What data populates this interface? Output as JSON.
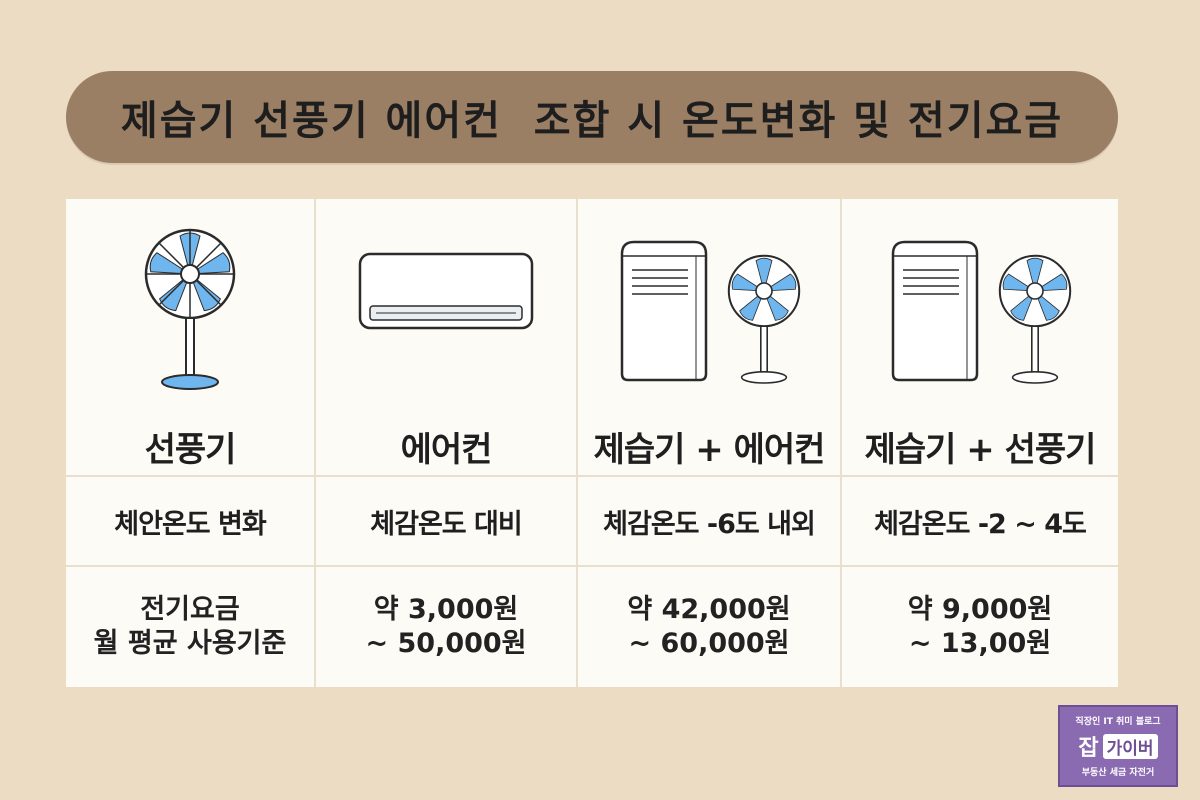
{
  "title": "제습기 선풍기 에어컨  조합 시 온도변화 및 전기요금",
  "columns": [
    {
      "label": "선풍기",
      "icons": [
        "fan-icon"
      ],
      "temperature": "체안온도 변화",
      "price_line1": "전기요금",
      "price_line2": "월 평균 사용기준"
    },
    {
      "label": "에어컨",
      "icons": [
        "air-conditioner-icon"
      ],
      "temperature": "체감온도 대비",
      "price_line1": "약 3,000원",
      "price_line2": "~ 50,000원"
    },
    {
      "label": "제습기 + 에어컨",
      "icons": [
        "dehumidifier-icon",
        "fan-icon"
      ],
      "temperature": "체감온도 -6도 내외",
      "price_line1": "약 42,000원",
      "price_line2": "~ 60,000원"
    },
    {
      "label": "제습기  + 선풍기",
      "icons": [
        "dehumidifier-icon",
        "fan-icon"
      ],
      "temperature": "체감온도 -2 ~ 4도",
      "price_line1": "약 9,000원",
      "price_line2": "~ 13,00원"
    }
  ],
  "badge": {
    "top": "직장인 IT 취미 블로그",
    "big": "잡",
    "box": "가이버",
    "bottom": "부동산 세금 자전거"
  },
  "colors": {
    "background": "#ecdcc4",
    "title_bar": "#9a7f64",
    "fan_blade": "#6fb6ee",
    "badge": "#8a6ab0"
  }
}
